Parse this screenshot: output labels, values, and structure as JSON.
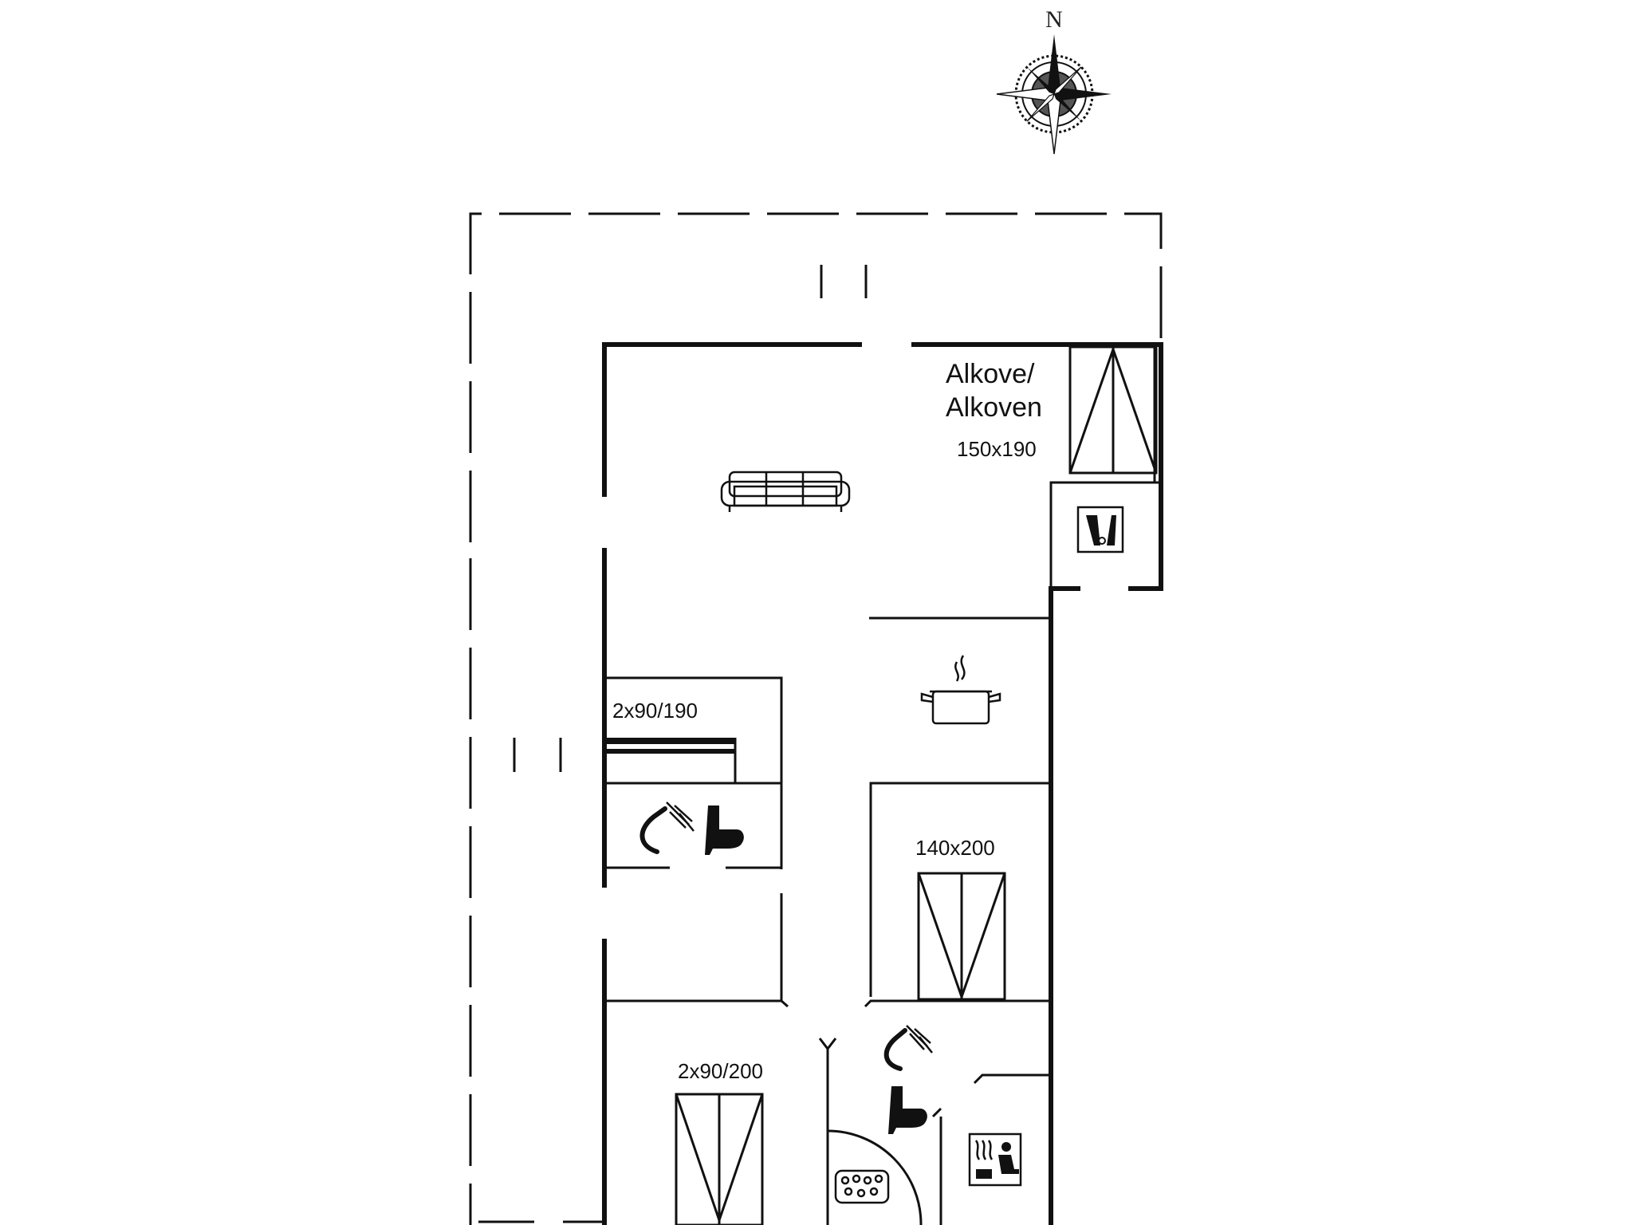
{
  "compass": {
    "north_label": "N"
  },
  "rooms": {
    "alcove": {
      "line1": "Alkove/",
      "line2": "Alkoven",
      "bed_size": "150x190"
    },
    "bedroom_left": {
      "bed_size": "2x90/190"
    },
    "bedroom_right": {
      "bed_size": "140x200"
    },
    "bedroom_bottom": {
      "bed_size": "2x90/200"
    }
  },
  "icons": [
    "compass-rose-icon",
    "sofa-icon",
    "cooking-pot-icon",
    "shower-icon",
    "toilet-icon",
    "washing-machine-icon",
    "whirlpool-icon",
    "sauna-icon"
  ]
}
